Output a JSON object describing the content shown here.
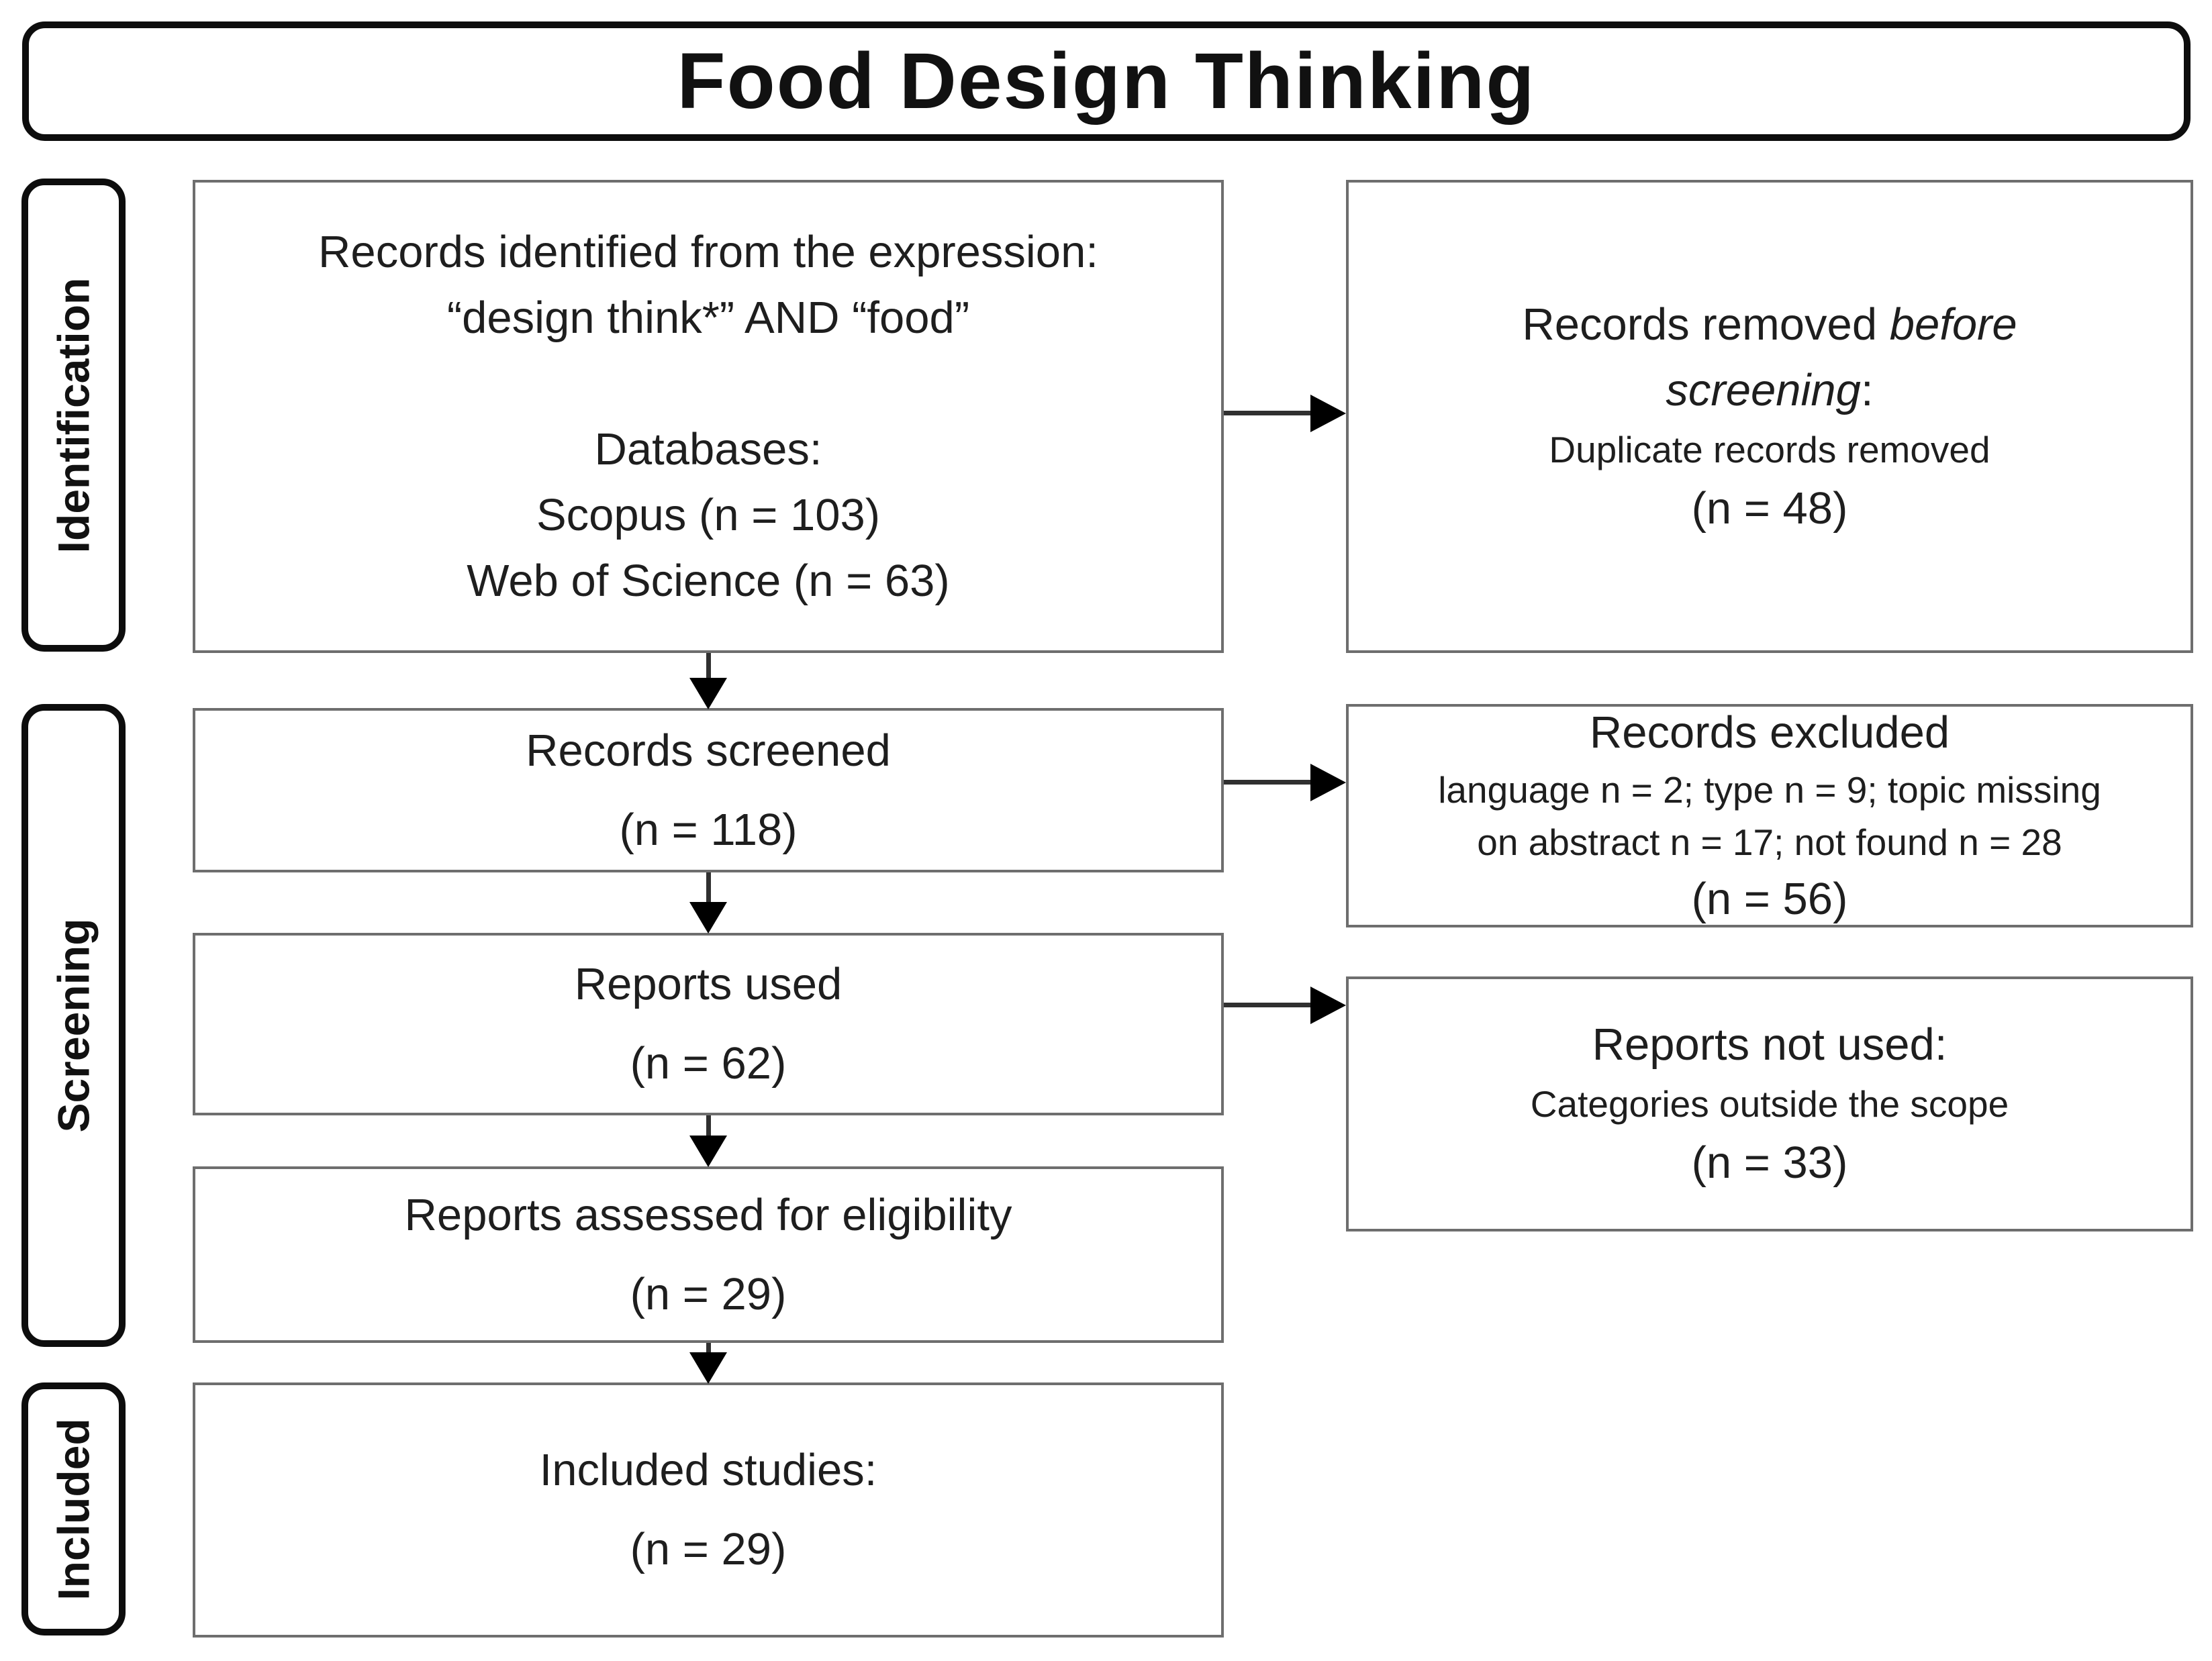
{
  "title": "Food Design Thinking",
  "stages": {
    "identification": "Identification",
    "screening": "Screening",
    "included": "Included"
  },
  "boxes": {
    "identified": {
      "line1": "Records identified from the expression:",
      "line2": "“design think*” AND “food”",
      "line3": "Databases:",
      "line4": "Scopus (n = 103)",
      "line5": "Web of Science (n = 63)"
    },
    "removed": {
      "line1_normal": "Records removed ",
      "line1_italic": "before",
      "line2_italic": "screening",
      "line2_normal": ":",
      "line3": "Duplicate records removed",
      "line4": "(n = 48)"
    },
    "screened": {
      "line1": "Records screened",
      "line2": "(n = 118)"
    },
    "excluded": {
      "line1": "Records excluded",
      "line2": "language n = 2; type n = 9; topic missing",
      "line3": "on abstract n = 17; not found n = 28",
      "line4": "(n = 56)"
    },
    "used": {
      "line1": "Reports used",
      "line2": "(n = 62)"
    },
    "notused": {
      "line1": "Reports not used:",
      "line2": "Categories outside the scope",
      "line3": "(n = 33)"
    },
    "assessed": {
      "line1": "Reports assessed for eligibility",
      "line2": "(n = 29)"
    },
    "included_studies": {
      "line1": "Included studies:",
      "line2": "(n = 29)"
    }
  },
  "colors": {
    "flow_box_border": "#6e6e6e",
    "panel_border": "#0d0d0d",
    "arrow_line": "#303030",
    "arrow_head": "#000000",
    "text": "#1e1e1e",
    "background": "#ffffff"
  }
}
